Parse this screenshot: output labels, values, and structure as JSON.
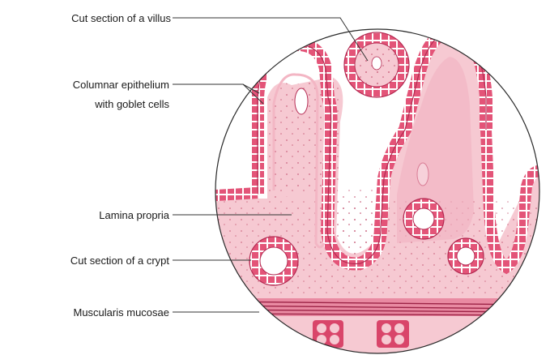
{
  "labels": {
    "cut_section_villus": "Cut section of a villus",
    "columnar_epithelium_line1": "Columnar epithelium",
    "columnar_epithelium_line2": "with goblet cells",
    "lamina_propria": "Lamina propria",
    "cut_section_crypt": "Cut section of a crypt",
    "muscularis_mucosae": "Muscularis mucosae"
  },
  "colors": {
    "tissue_light": "#f6c9d2",
    "tissue_mid": "#ef9fb2",
    "epithelium": "#d9456a",
    "epithelium_dark": "#b42a52",
    "muscle": "#b93b5c",
    "outline": "#2a2a2a",
    "leader": "#333333"
  }
}
